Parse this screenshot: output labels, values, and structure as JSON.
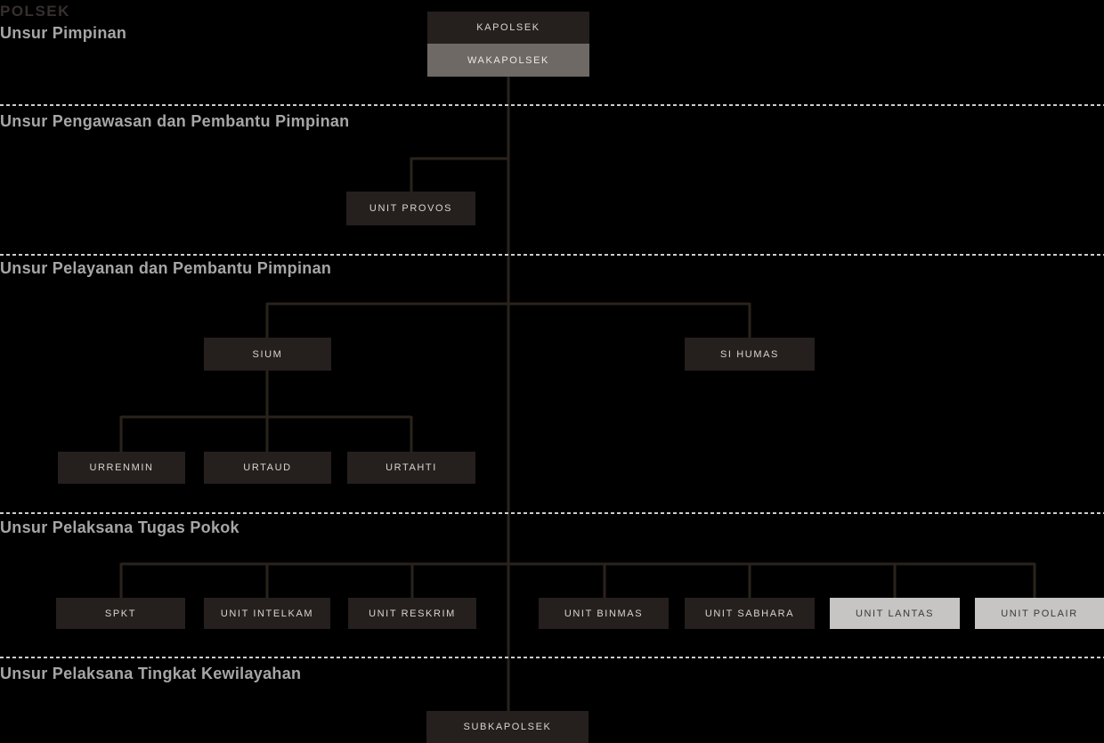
{
  "title": "POLSEK",
  "sections": [
    {
      "id": "pimpinan",
      "label": "Unsur Pimpinan"
    },
    {
      "id": "pengawasan",
      "label": "Unsur Pengawasan dan Pembantu Pimpinan"
    },
    {
      "id": "pelayanan",
      "label": "Unsur Pelayanan dan Pembantu Pimpinan"
    },
    {
      "id": "pelaksana_pokok",
      "label": "Unsur Pelaksana Tugas Pokok"
    },
    {
      "id": "kewilayahan",
      "label": "Unsur Pelaksana Tingkat Kewilayahan"
    }
  ],
  "nodes": {
    "kapolsek": "KAPOLSEK",
    "wakapolsek": "WAKAPOLSEK",
    "unit_provos": "UNIT PROVOS",
    "sium": "SIUM",
    "si_humas": "SI HUMAS",
    "urrenmin": "URRENMIN",
    "urtaud": "URTAUD",
    "urtahti": "URTAHTI",
    "spkt": "SPKT",
    "unit_intelkam": "UNIT INTELKAM",
    "unit_reskrim": "UNIT RESKRIM",
    "unit_binmas": "UNIT BINMAS",
    "unit_sabhara": "UNIT SABHARA",
    "unit_lantas": "UNIT LANTAS",
    "unit_polair": "UNIT POLAIR",
    "subkapolsek": "SUBKAPOLSEK"
  },
  "colors": {
    "background": "#000000",
    "node_dark": "#251f1e",
    "node_gray": "#6e6965",
    "node_light": "#c6c5c4",
    "node_dark_text": "#d8d5d2",
    "node_light_text": "#3a3837",
    "connector": "#2a231c",
    "divider": "#cccccc",
    "section_label": "#a6a6a6",
    "title": "#372f2f"
  }
}
